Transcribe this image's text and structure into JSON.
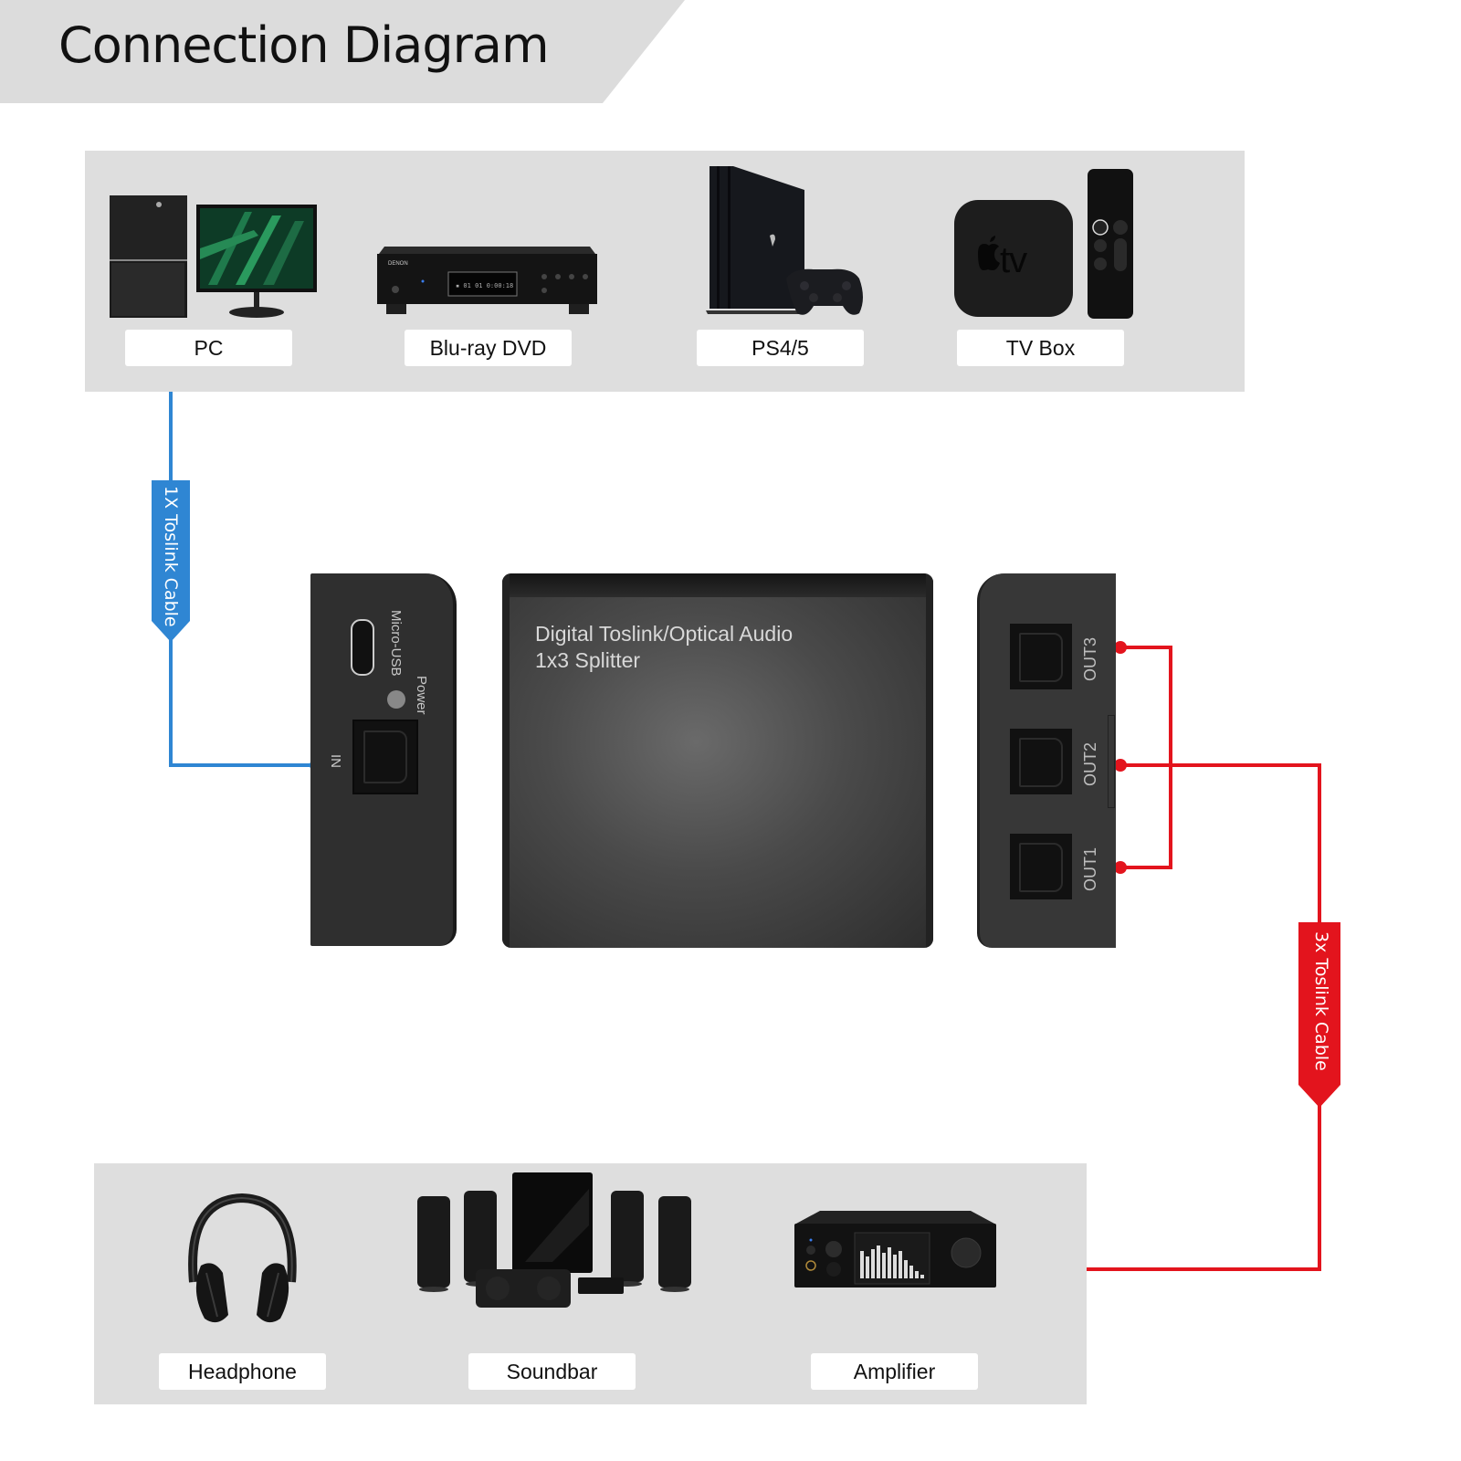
{
  "header": {
    "title": "Connection Diagram"
  },
  "sources": [
    {
      "id": "pc",
      "label": "PC"
    },
    {
      "id": "bluray",
      "label": "Blu-ray DVD"
    },
    {
      "id": "ps",
      "label": "PS4/5"
    },
    {
      "id": "tvbox",
      "label": "TV Box"
    }
  ],
  "outputs": [
    {
      "id": "headphone",
      "label": "Headphone"
    },
    {
      "id": "soundbar",
      "label": "Soundbar"
    },
    {
      "id": "amplifier",
      "label": "Amplifier"
    }
  ],
  "input_cable": {
    "label": "1X Toslink Cable",
    "color": "#2f86d3"
  },
  "output_cable": {
    "label": "3x Toslink Cable",
    "color": "#e3141d"
  },
  "splitter": {
    "line1": "Digital Toslink/Optical Audio",
    "line2": "1x3 Splitter",
    "input_side": {
      "usb_label": "Micro-USB",
      "power_label": "Power",
      "in_label": "IN"
    },
    "output_side": {
      "ports": [
        "OUT3",
        "OUT2",
        "OUT1"
      ]
    }
  },
  "device_marks": {
    "bluray_brand": "DENON",
    "tvbox_logo": "tv"
  }
}
